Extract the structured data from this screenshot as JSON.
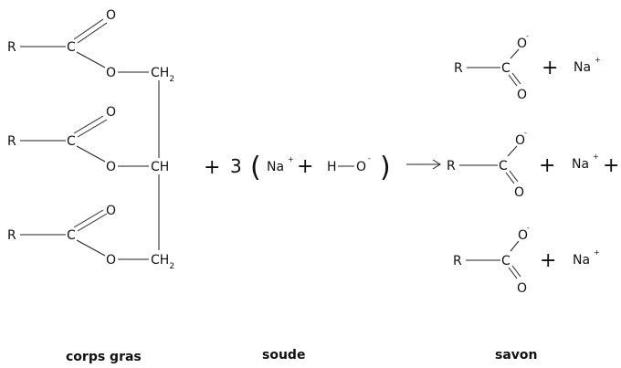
{
  "atoms": {
    "R": "R",
    "C": "C",
    "O": "O",
    "CH": "CH",
    "CH2_main": "CH",
    "CH2_sub": "2",
    "Na": "Na",
    "H": "H",
    "plus_sup": "+",
    "minus_sup": "-"
  },
  "equation": {
    "plus": "+",
    "coefficient": "3",
    "open_paren": "(",
    "close_paren": ")",
    "arrow": "→"
  },
  "labels": {
    "fat": "corps gras",
    "base": "soude",
    "soap": "savon"
  }
}
